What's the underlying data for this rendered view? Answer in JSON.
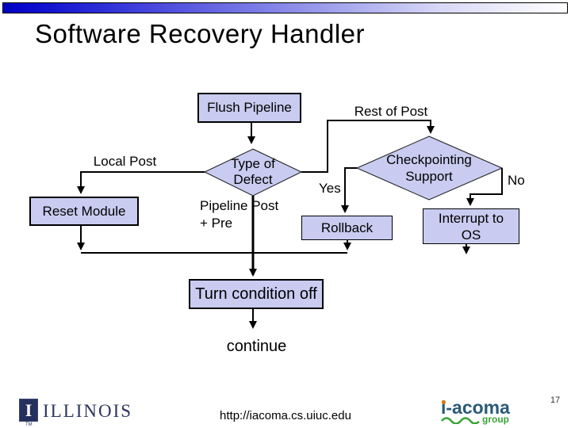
{
  "title": "Software Recovery Handler",
  "flowchart": {
    "flush_pipeline": "Flush Pipeline",
    "rest_of_post": "Rest of Post",
    "local_post": "Local Post",
    "type_of_defect": "Type of\nDefect",
    "checkpointing_support": "Checkpointing\nSupport",
    "yes": "Yes",
    "no": "No",
    "reset_module": "Reset Module",
    "pipeline_post_pre": "Pipeline Post\n+  Pre",
    "rollback": "Rollback",
    "interrupt_to_os": "Interrupt to\nOS",
    "turn_condition_off": "Turn condition off",
    "continue_label": "continue",
    "colors": {
      "shape_fill": "#C9CCF0",
      "shape_border": "#000000",
      "connector_line": "#000000"
    }
  },
  "header_bar": {
    "gradient_start": "#0101C2",
    "gradient_end": "#FFFFFF"
  },
  "footer": {
    "illinois_logo_mark": "I",
    "illinois_logo_text": "ILLINOIS",
    "illinois_tm": "TM",
    "url": "http://iacoma.cs.uiuc.edu",
    "iacoma_text": "i-acoma",
    "iacoma_group": "group",
    "page_number": "17",
    "colors": {
      "illinois_navy": "#2B355F",
      "iacoma_blue": "#2A5A78",
      "iacoma_green": "#3AA335",
      "iacoma_orange": "#E87500"
    }
  }
}
